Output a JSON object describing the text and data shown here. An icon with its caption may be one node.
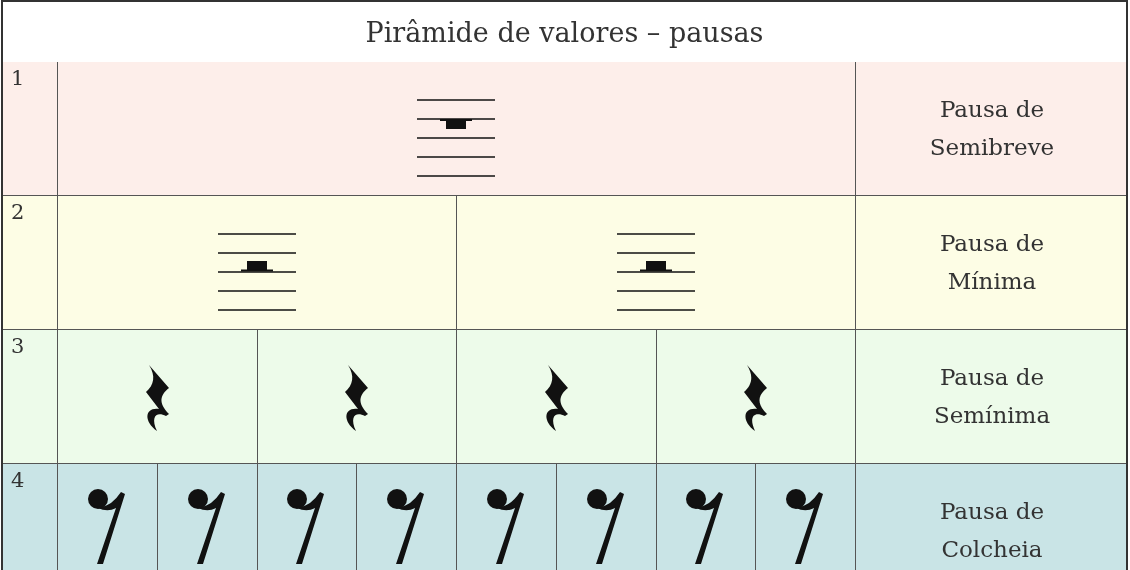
{
  "diagram": {
    "title": "Pirâmide de valores – pausas",
    "labels": [
      "1",
      "Pausa de Semibreve",
      "2",
      "Pausa de Mínima",
      "3",
      "Pausa de Semínima",
      "4",
      "Pausa de Colcheia"
    ]
  }
}
